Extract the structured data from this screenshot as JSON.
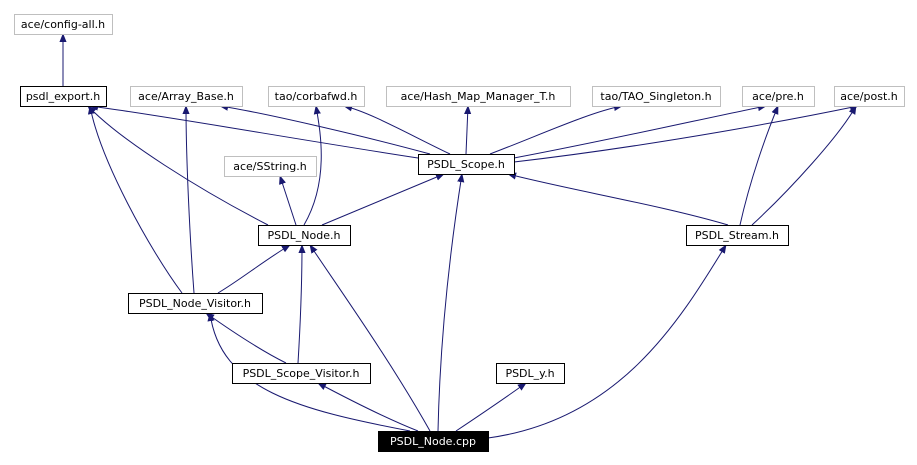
{
  "diagram": {
    "nodes": [
      {
        "id": "config_all",
        "label": "ace/config-all.h",
        "style": "gray"
      },
      {
        "id": "psdl_export",
        "label": "psdl_export.h",
        "style": "normal"
      },
      {
        "id": "array_base",
        "label": "ace/Array_Base.h",
        "style": "gray"
      },
      {
        "id": "corbafwd",
        "label": "tao/corbafwd.h",
        "style": "gray"
      },
      {
        "id": "hash_map",
        "label": "ace/Hash_Map_Manager_T.h",
        "style": "gray"
      },
      {
        "id": "tao_singleton",
        "label": "tao/TAO_Singleton.h",
        "style": "gray"
      },
      {
        "id": "pre",
        "label": "ace/pre.h",
        "style": "gray"
      },
      {
        "id": "post",
        "label": "ace/post.h",
        "style": "gray"
      },
      {
        "id": "sstring",
        "label": "ace/SString.h",
        "style": "gray"
      },
      {
        "id": "psdl_scope",
        "label": "PSDL_Scope.h",
        "style": "normal"
      },
      {
        "id": "psdl_node",
        "label": "PSDL_Node.h",
        "style": "normal"
      },
      {
        "id": "psdl_stream",
        "label": "PSDL_Stream.h",
        "style": "normal"
      },
      {
        "id": "psdl_node_visitor",
        "label": "PSDL_Node_Visitor.h",
        "style": "normal"
      },
      {
        "id": "psdl_scope_visitor",
        "label": "PSDL_Scope_Visitor.h",
        "style": "normal"
      },
      {
        "id": "psdl_y",
        "label": "PSDL_y.h",
        "style": "normal"
      },
      {
        "id": "psdl_node_cpp",
        "label": "PSDL_Node.cpp",
        "style": "root"
      }
    ],
    "edges": [
      {
        "from": "psdl_export",
        "to": "config_all"
      },
      {
        "from": "psdl_scope",
        "to": "psdl_export"
      },
      {
        "from": "psdl_scope",
        "to": "array_base"
      },
      {
        "from": "psdl_scope",
        "to": "corbafwd"
      },
      {
        "from": "psdl_scope",
        "to": "hash_map"
      },
      {
        "from": "psdl_scope",
        "to": "tao_singleton"
      },
      {
        "from": "psdl_scope",
        "to": "pre"
      },
      {
        "from": "psdl_scope",
        "to": "post"
      },
      {
        "from": "psdl_node",
        "to": "psdl_export"
      },
      {
        "from": "psdl_node",
        "to": "sstring"
      },
      {
        "from": "psdl_node",
        "to": "corbafwd"
      },
      {
        "from": "psdl_node",
        "to": "psdl_scope"
      },
      {
        "from": "psdl_stream",
        "to": "psdl_scope"
      },
      {
        "from": "psdl_stream",
        "to": "pre"
      },
      {
        "from": "psdl_stream",
        "to": "post"
      },
      {
        "from": "psdl_node_visitor",
        "to": "psdl_export"
      },
      {
        "from": "psdl_node_visitor",
        "to": "array_base"
      },
      {
        "from": "psdl_node_visitor",
        "to": "psdl_node"
      },
      {
        "from": "psdl_scope_visitor",
        "to": "psdl_node_visitor"
      },
      {
        "from": "psdl_scope_visitor",
        "to": "psdl_node"
      },
      {
        "from": "psdl_node_cpp",
        "to": "psdl_node_visitor"
      },
      {
        "from": "psdl_node_cpp",
        "to": "psdl_scope_visitor"
      },
      {
        "from": "psdl_node_cpp",
        "to": "psdl_node"
      },
      {
        "from": "psdl_node_cpp",
        "to": "psdl_scope"
      },
      {
        "from": "psdl_node_cpp",
        "to": "psdl_y"
      },
      {
        "from": "psdl_node_cpp",
        "to": "psdl_stream"
      }
    ],
    "colors": {
      "edge": "#191970",
      "node_border": "#000000",
      "gray_border": "#bfbfbf",
      "root_fill": "#000000",
      "root_text": "#ffffff",
      "text": "#000000"
    }
  }
}
